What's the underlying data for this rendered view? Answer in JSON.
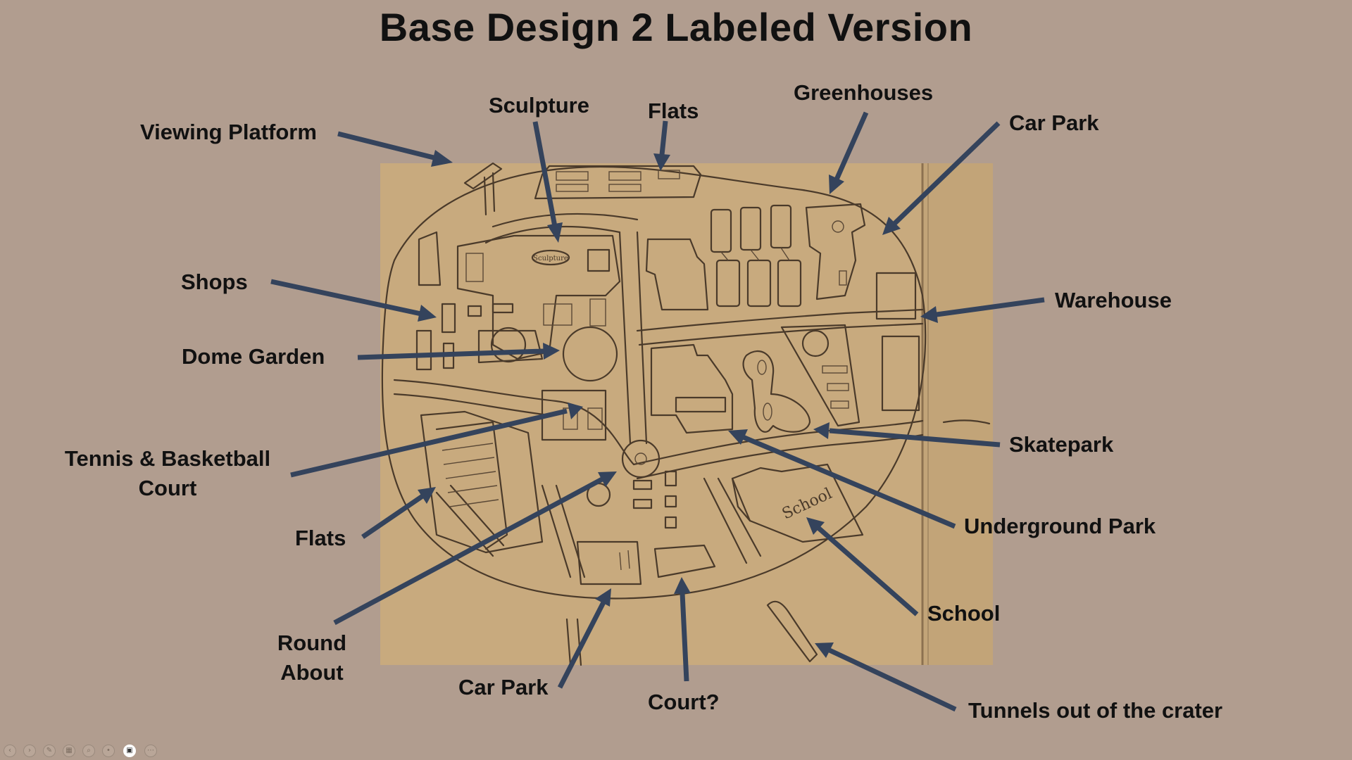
{
  "title": "Base Design 2 Labeled Version",
  "labels": {
    "viewing_platform": "Viewing Platform",
    "sculpture": "Sculpture",
    "flats_top": "Flats",
    "greenhouses": "Greenhouses",
    "car_park_top": "Car Park",
    "shops": "Shops",
    "warehouse": "Warehouse",
    "dome_garden": "Dome Garden",
    "tennis_basketball_court": "Tennis & Basketball Court",
    "skatepark": "Skatepark",
    "flats_left": "Flats",
    "underground_park": "Underground Park",
    "round_about": "Round About",
    "school": "School",
    "car_park_bottom": "Car Park",
    "court_question": "Court?",
    "tunnels": "Tunnels out of the crater"
  },
  "sketch_text": {
    "sculpture_sign": "Sculpture",
    "school_sign": "School"
  },
  "colors": {
    "background": "#b19d8f",
    "arrow": "#34435c",
    "paper": "#c8aa7e",
    "pencil": "#4a3a2a"
  },
  "presenter_controls": [
    "prev-icon",
    "next-icon",
    "pen-icon",
    "slides-icon",
    "zoom-icon",
    "pointer-icon",
    "camera-icon",
    "more-icon"
  ]
}
